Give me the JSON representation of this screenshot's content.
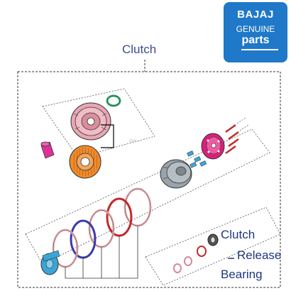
{
  "title": "Clutch",
  "logo": {
    "brand": "BAJAJ",
    "genuine": "GENUINE",
    "parts": "parts",
    "background": "#1f78c8"
  },
  "callout": {
    "line1": "Clutch",
    "line2": "Release",
    "line3": "Bearing"
  },
  "watermark": "rpm....",
  "colors": {
    "outline": "#333333",
    "hub_gray": "#9aa3aa",
    "drum_pink": "#e9a6b3",
    "gear_orange": "#f08a2a",
    "bush_magenta": "#e0309a",
    "ring_green": "#2fa86a",
    "pressure_plate": "#d8207a",
    "friction_red": "#c22a2a",
    "steel_plate": "#e9b0b5",
    "lifter_blue": "#3aa6d8",
    "bearing_black": "#222222"
  }
}
